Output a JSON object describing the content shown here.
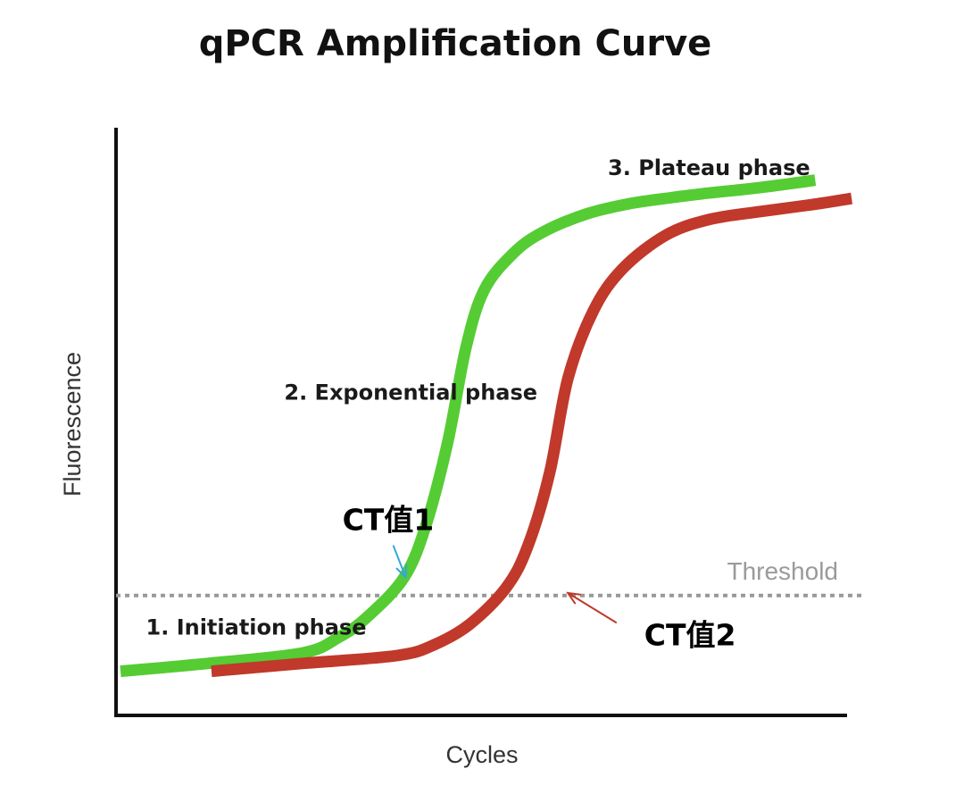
{
  "chart_data": {
    "type": "line",
    "title": "qPCR Amplification Curve",
    "xlabel": "Cycles",
    "ylabel": "Fluorescence",
    "grid": false,
    "xlim": [
      0,
      100
    ],
    "ylim": [
      0,
      100
    ],
    "threshold": {
      "label": "Threshold",
      "y": 18.5,
      "style": "dotted",
      "color": "#999999"
    },
    "series": [
      {
        "color": "#55cc33",
        "x": [
          0,
          12,
          25,
          30,
          34,
          39,
          42,
          45,
          47.5,
          50,
          54,
          58,
          64,
          70,
          76,
          80,
          88,
          95.5
        ],
        "y": [
          4,
          5.5,
          7.5,
          10.5,
          14.5,
          22,
          32,
          48,
          66,
          77,
          84,
          88,
          91.5,
          93.5,
          94.7,
          95.4,
          96.6,
          98
        ]
      },
      {
        "color": "#c0392b",
        "x": [
          12.5,
          25,
          38,
          43,
          48,
          53,
          56,
          59,
          61.5,
          65,
          69,
          75,
          81,
          88,
          95,
          100.5
        ],
        "y": [
          4,
          5.5,
          7,
          9,
          13,
          20,
          28,
          42,
          60,
          73,
          81,
          87.5,
          90.5,
          92,
          93.3,
          94.5
        ]
      }
    ],
    "annotations": [
      {
        "text": "1. Initiation phase",
        "x": 3.5,
        "y": 11
      },
      {
        "text": "2. Exponential phase",
        "x": 22.5,
        "y": 56
      },
      {
        "text": "3. Plateau phase",
        "x": 67,
        "y": 99
      },
      {
        "text": "CT值1",
        "x": 30.5,
        "y": 31,
        "color": "#33a8d8",
        "arrow_to": [
          39.2,
          22
        ]
      },
      {
        "text": "CT值2",
        "x": 72,
        "y": 9,
        "color": "#c0392b",
        "arrow_to": [
          61.5,
          19
        ]
      }
    ]
  }
}
